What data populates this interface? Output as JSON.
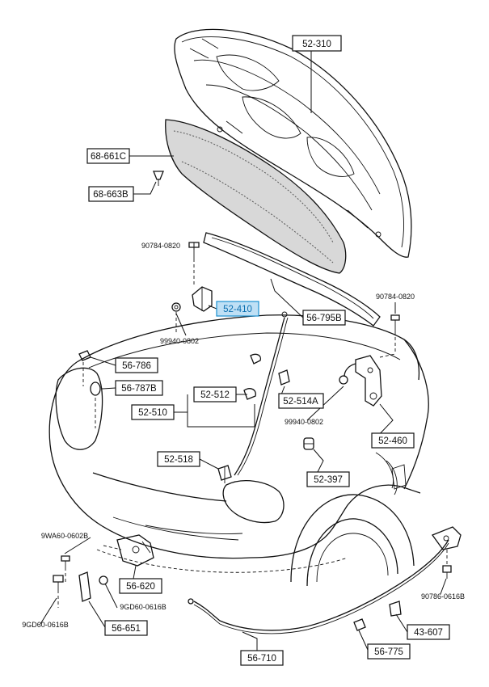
{
  "parts": {
    "hood": "52-310",
    "hood_insulator": "68-661C",
    "insulator_clip": "68-663B",
    "bolt_top_left": "90784-0820",
    "hood_latch_bracket": "52-410",
    "nut_left": "99940-0802",
    "hood_seal": "56-795B",
    "bolt_top_right": "90784-0820",
    "bumper_pad": "56-786",
    "bumper_rubber": "56-787B",
    "prop_rod_clip": "52-512",
    "prop_rod": "52-510",
    "hinge_bracket": "52-514A",
    "nut_right": "99940-0802",
    "hinge": "52-460",
    "prop_rod_holder": "52-518",
    "grommet": "52-397",
    "bolt_latch": "9WA60-0602B",
    "hood_lock": "56-620",
    "bolt_lock": "9GD60-0616B",
    "bolt_safety": "9GD60-0616B",
    "safety_catch": "56-651",
    "release_cable": "56-710",
    "cable_clip": "56-775",
    "release_lever": "43-607",
    "bolt_lever": "90786-0616B"
  },
  "colors": {
    "highlight_fill": "#bfe0f5",
    "highlight_stroke": "#1a8fd0",
    "line": "#111111"
  }
}
